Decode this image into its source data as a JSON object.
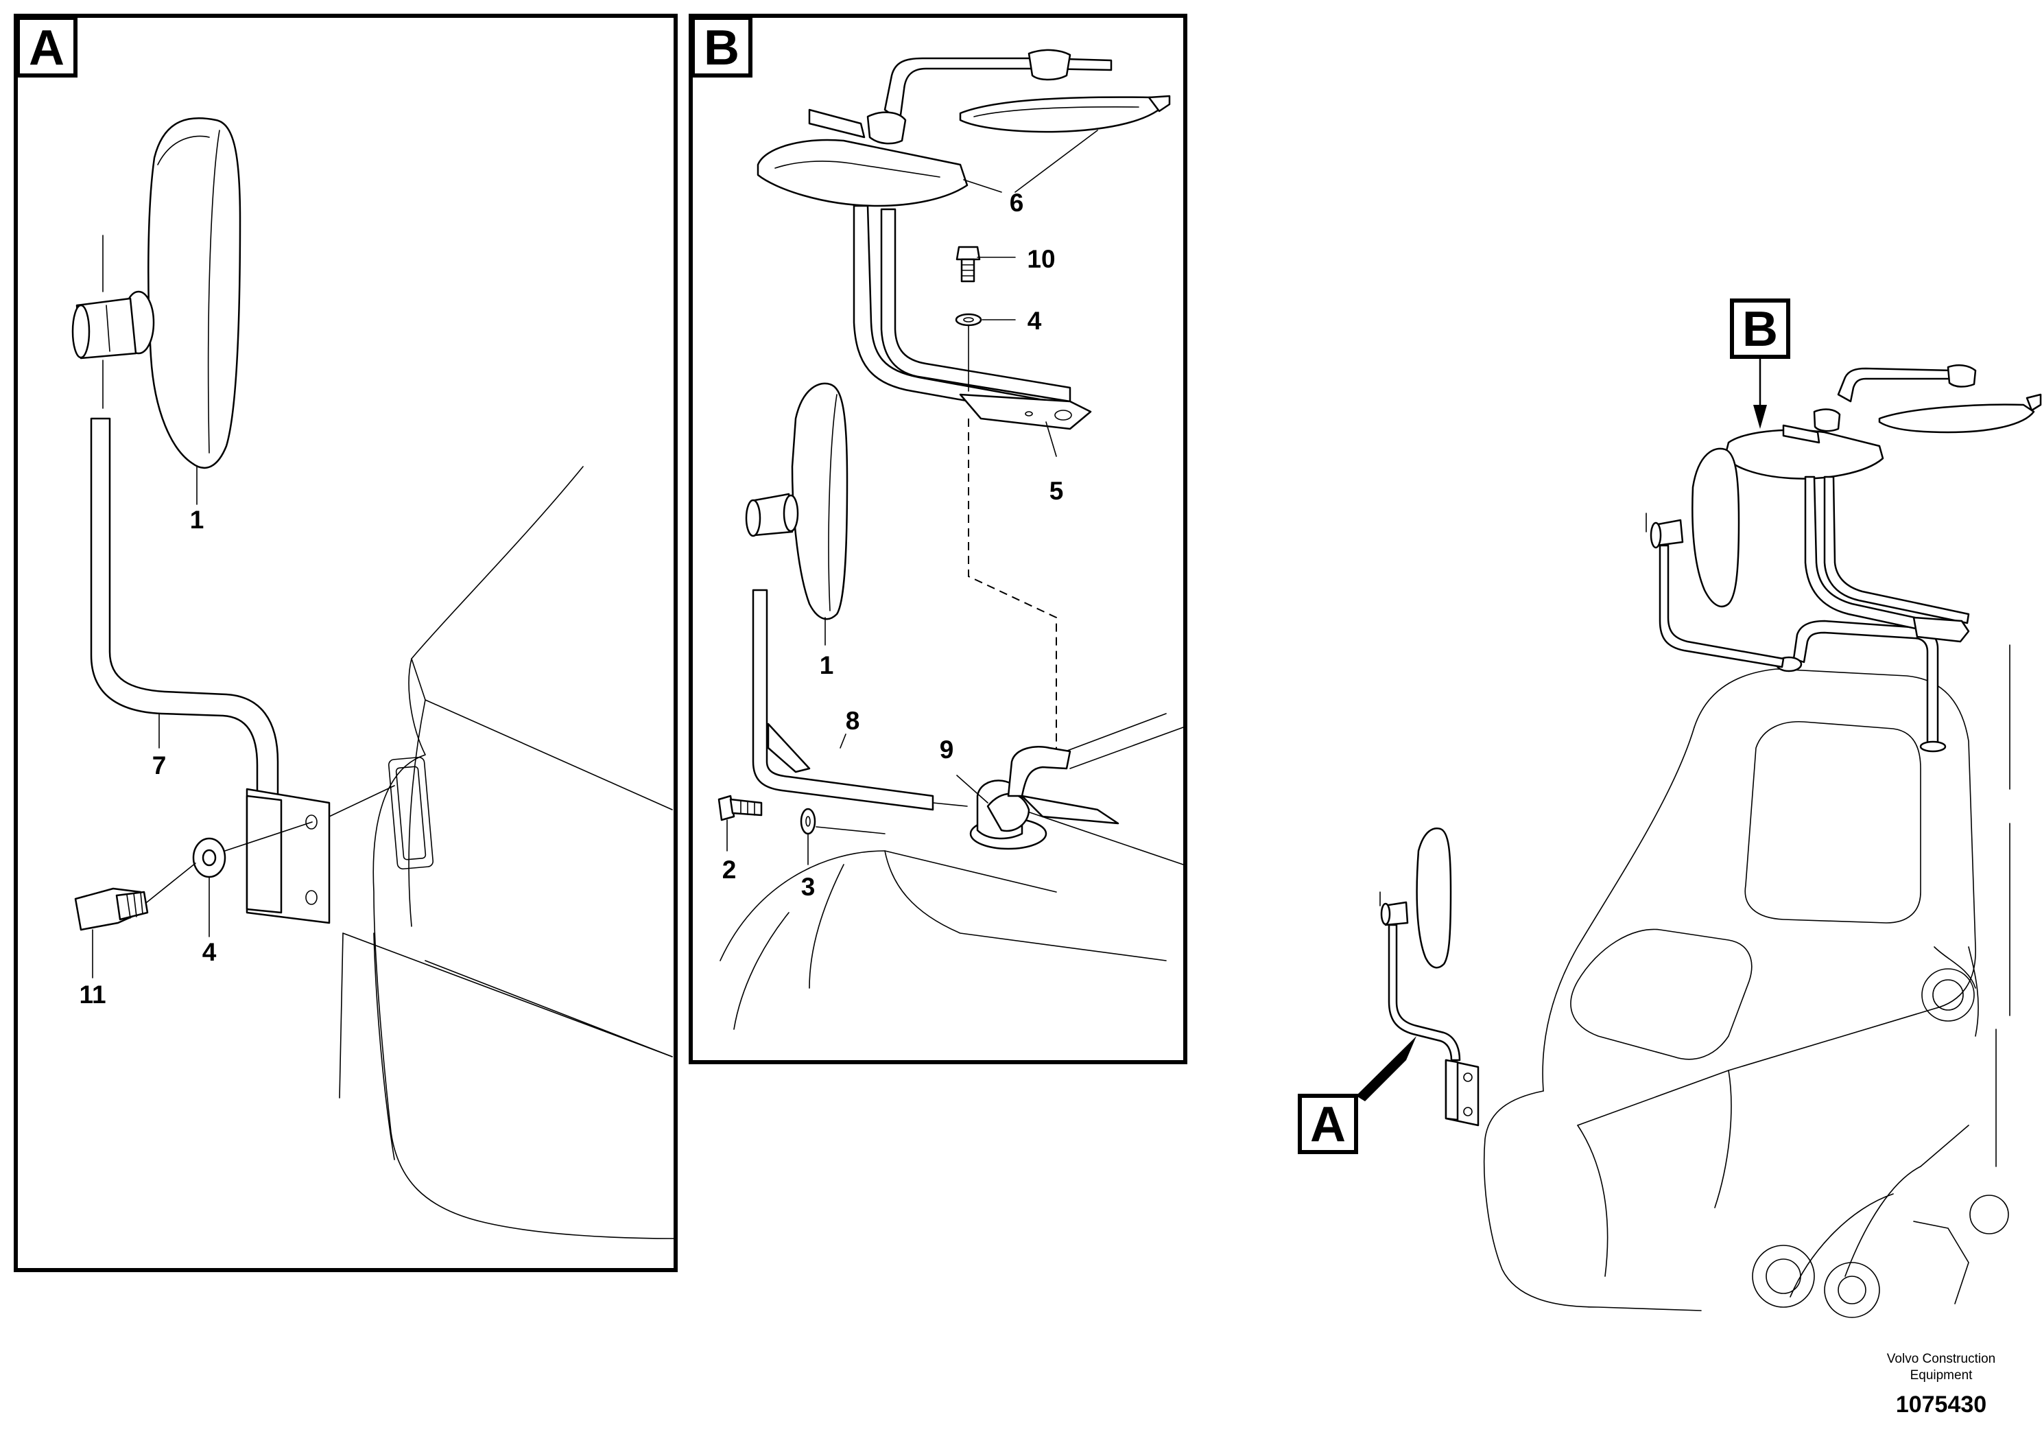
{
  "panels": {
    "a": {
      "letter": "A"
    },
    "b": {
      "letter": "B"
    }
  },
  "callouts_a": [
    "1",
    "7",
    "4",
    "11"
  ],
  "callouts_b": [
    "6",
    "10",
    "4",
    "5",
    "1",
    "8",
    "9",
    "2",
    "3"
  ],
  "overview": {
    "label_a": "A",
    "label_b": "B"
  },
  "footer": {
    "company_line1": "Volvo Construction",
    "company_line2": "Equipment",
    "doc_number": "1075430"
  }
}
